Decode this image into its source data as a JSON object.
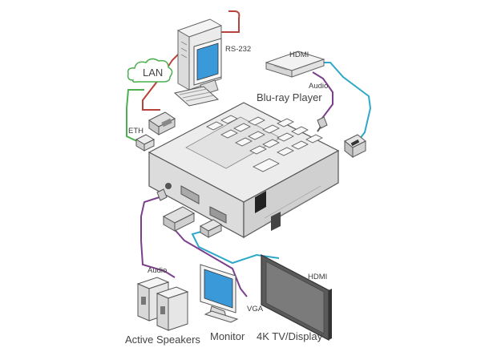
{
  "labels": {
    "rs232": "RS-232",
    "lan": "LAN",
    "eth": "ETH",
    "hdmi_in": "HDMI",
    "audio_in": "Audio",
    "bluray": "Blu-ray Player",
    "audio_out": "Audio",
    "hdmi_out": "HDMI",
    "vga": "VGA",
    "speakers": "Active Speakers",
    "monitor": "Monitor",
    "tv": "4K TV/Display"
  },
  "colors": {
    "rs232_cable": "#b8433a",
    "lan_cable": "#4caf50",
    "hdmi_cable": "#2ea8c8",
    "audio_cable": "#7b3f8c",
    "device_body": "#e4e4e4",
    "device_outline": "#555555",
    "screen": "#3a9ad9"
  },
  "icons": {
    "pc": "desktop-computer-icon",
    "cloud": "cloud-icon",
    "bluray": "bluray-player-icon",
    "switcher": "av-switcher-device",
    "speakers": "speaker-icon",
    "monitor": "monitor-icon",
    "tv": "tv-display-icon"
  }
}
